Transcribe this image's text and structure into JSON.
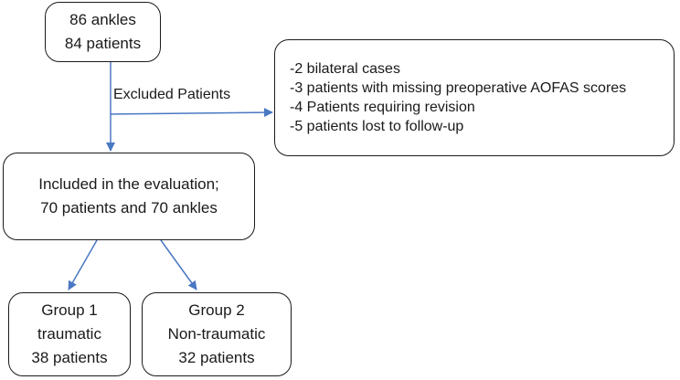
{
  "nodes": {
    "start": {
      "lines": [
        "86 ankles",
        "84 patients"
      ]
    },
    "excluded": {
      "lines": [
        "-2 bilateral cases",
        "-3 patients with missing preoperative AOFAS scores",
        "-4 Patients requiring revision",
        "-5 patients lost to follow-up"
      ]
    },
    "included": {
      "lines": [
        "Included in the evaluation;",
        "70 patients and 70 ankles"
      ]
    },
    "group1": {
      "lines": [
        "Group 1",
        "traumatic",
        "38 patients"
      ]
    },
    "group2": {
      "lines": [
        "Group 2",
        "Non-traumatic",
        "32 patients"
      ]
    }
  },
  "edge_labels": {
    "excluded": "Excluded Patients"
  },
  "colors": {
    "arrow": "#4a78c2",
    "box_border": "#1a1a1a"
  }
}
